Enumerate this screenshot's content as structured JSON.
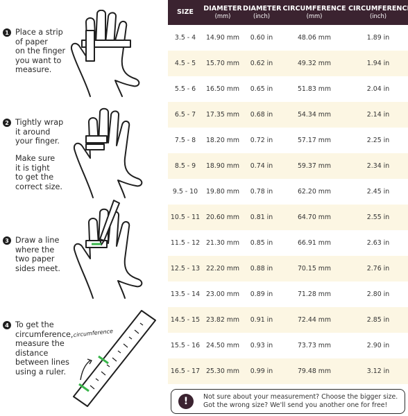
{
  "steps": [
    {
      "num": "1",
      "text": "Place a strip\nof paper\non the finger\nyou want to\nmeasure."
    },
    {
      "num": "2",
      "text": "Tightly wrap\nit around\nyour finger.",
      "text2": "Make sure\nit is tight\nto get the\ncorrect size."
    },
    {
      "num": "3",
      "text": "Draw a line\nwhere the\ntwo paper\nsides meet."
    },
    {
      "num": "4",
      "text": "To get the\ncircumference,\nmeasure the\ndistance\nbetween lines\nusing a ruler.",
      "ruler_label": "circumference"
    }
  ],
  "table": {
    "headers": [
      {
        "label": "SIZE",
        "unit": ""
      },
      {
        "label": "DIAMETER",
        "unit": "(mm)"
      },
      {
        "label": "DIAMETER",
        "unit": "(inch)"
      },
      {
        "label": "CIRCUMFERENCE",
        "unit": "(mm)"
      },
      {
        "label": "CIRCUMFERENCE",
        "unit": "(inch)"
      }
    ],
    "rows": [
      [
        "3.5 - 4",
        "14.90 mm",
        "0.60 in",
        "48.06 mm",
        "1.89 in"
      ],
      [
        "4.5 - 5",
        "15.70 mm",
        "0.62 in",
        "49.32 mm",
        "1.94 in"
      ],
      [
        "5.5 - 6",
        "16.50 mm",
        "0.65 in",
        "51.83 mm",
        "2.04 in"
      ],
      [
        "6.5 - 7",
        "17.35 mm",
        "0.68 in",
        "54.34 mm",
        "2.14 in"
      ],
      [
        "7.5 - 8",
        "18.20 mm",
        "0.72 in",
        "57.17 mm",
        "2.25 in"
      ],
      [
        "8.5 - 9",
        "18.90 mm",
        "0.74 in",
        "59.37 mm",
        "2.34 in"
      ],
      [
        "9.5 - 10",
        "19.80 mm",
        "0.78 in",
        "62.20 mm",
        "2.45 in"
      ],
      [
        "10.5 - 11",
        "20.60 mm",
        "0.81 in",
        "64.70 mm",
        "2.55 in"
      ],
      [
        "11.5 - 12",
        "21.30 mm",
        "0.85 in",
        "66.91 mm",
        "2.63 in"
      ],
      [
        "12.5 - 13",
        "22.20 mm",
        "0.88 in",
        "70.15 mm",
        "2.76 in"
      ],
      [
        "13.5 - 14",
        "23.00 mm",
        "0.89 in",
        "71.28 mm",
        "2.80 in"
      ],
      [
        "14.5 - 15",
        "23.82 mm",
        "0.91 in",
        "72.44 mm",
        "2.85 in"
      ],
      [
        "15.5 - 16",
        "24.50 mm",
        "0.93 in",
        "73.73 mm",
        "2.90 in"
      ],
      [
        "16.5 - 17",
        "25.30 mm",
        "0.99 in",
        "79.48 mm",
        "3.12 in"
      ]
    ]
  },
  "note": {
    "icon": "exclamation-icon",
    "line1": "Not sure about your measurement? Choose the bigger size.",
    "line2": "Got the wrong size? We'll send you another one for free!"
  },
  "colors": {
    "header_bg": "#3b2330",
    "row_shade": "#fcf6e3",
    "accent_green": "#39b54a"
  }
}
